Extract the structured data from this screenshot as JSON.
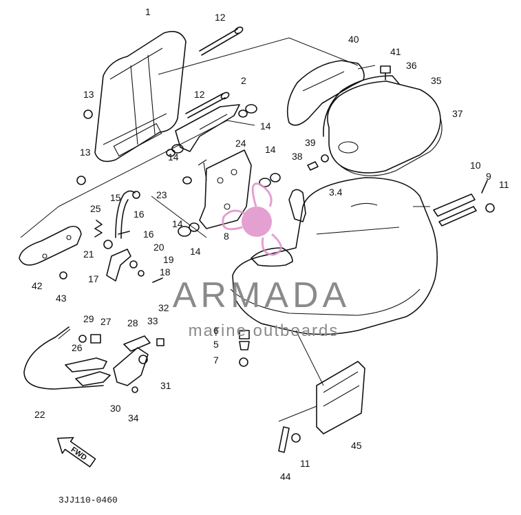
{
  "diagram": {
    "part_numbers": [
      "1",
      "12",
      "12",
      "13",
      "13",
      "2",
      "14",
      "14",
      "14",
      "14",
      "14",
      "40",
      "41",
      "36",
      "35",
      "37",
      "39",
      "38",
      "24",
      "3.4",
      "10",
      "9",
      "11",
      "15",
      "16",
      "16",
      "23",
      "25",
      "21",
      "20",
      "19",
      "18",
      "17",
      "42",
      "43",
      "8",
      "32",
      "33",
      "29",
      "27",
      "28",
      "6",
      "5",
      "7",
      "26",
      "31",
      "30",
      "34",
      "22",
      "45",
      "44",
      "11"
    ],
    "direction_label": "FWD",
    "drawing_code": "3JJ110-0460"
  },
  "watermark": {
    "brand": "ARMADA",
    "tagline": "marine outboards",
    "colors": {
      "logo": "#e090c8",
      "text": "#8a8a8a"
    }
  }
}
